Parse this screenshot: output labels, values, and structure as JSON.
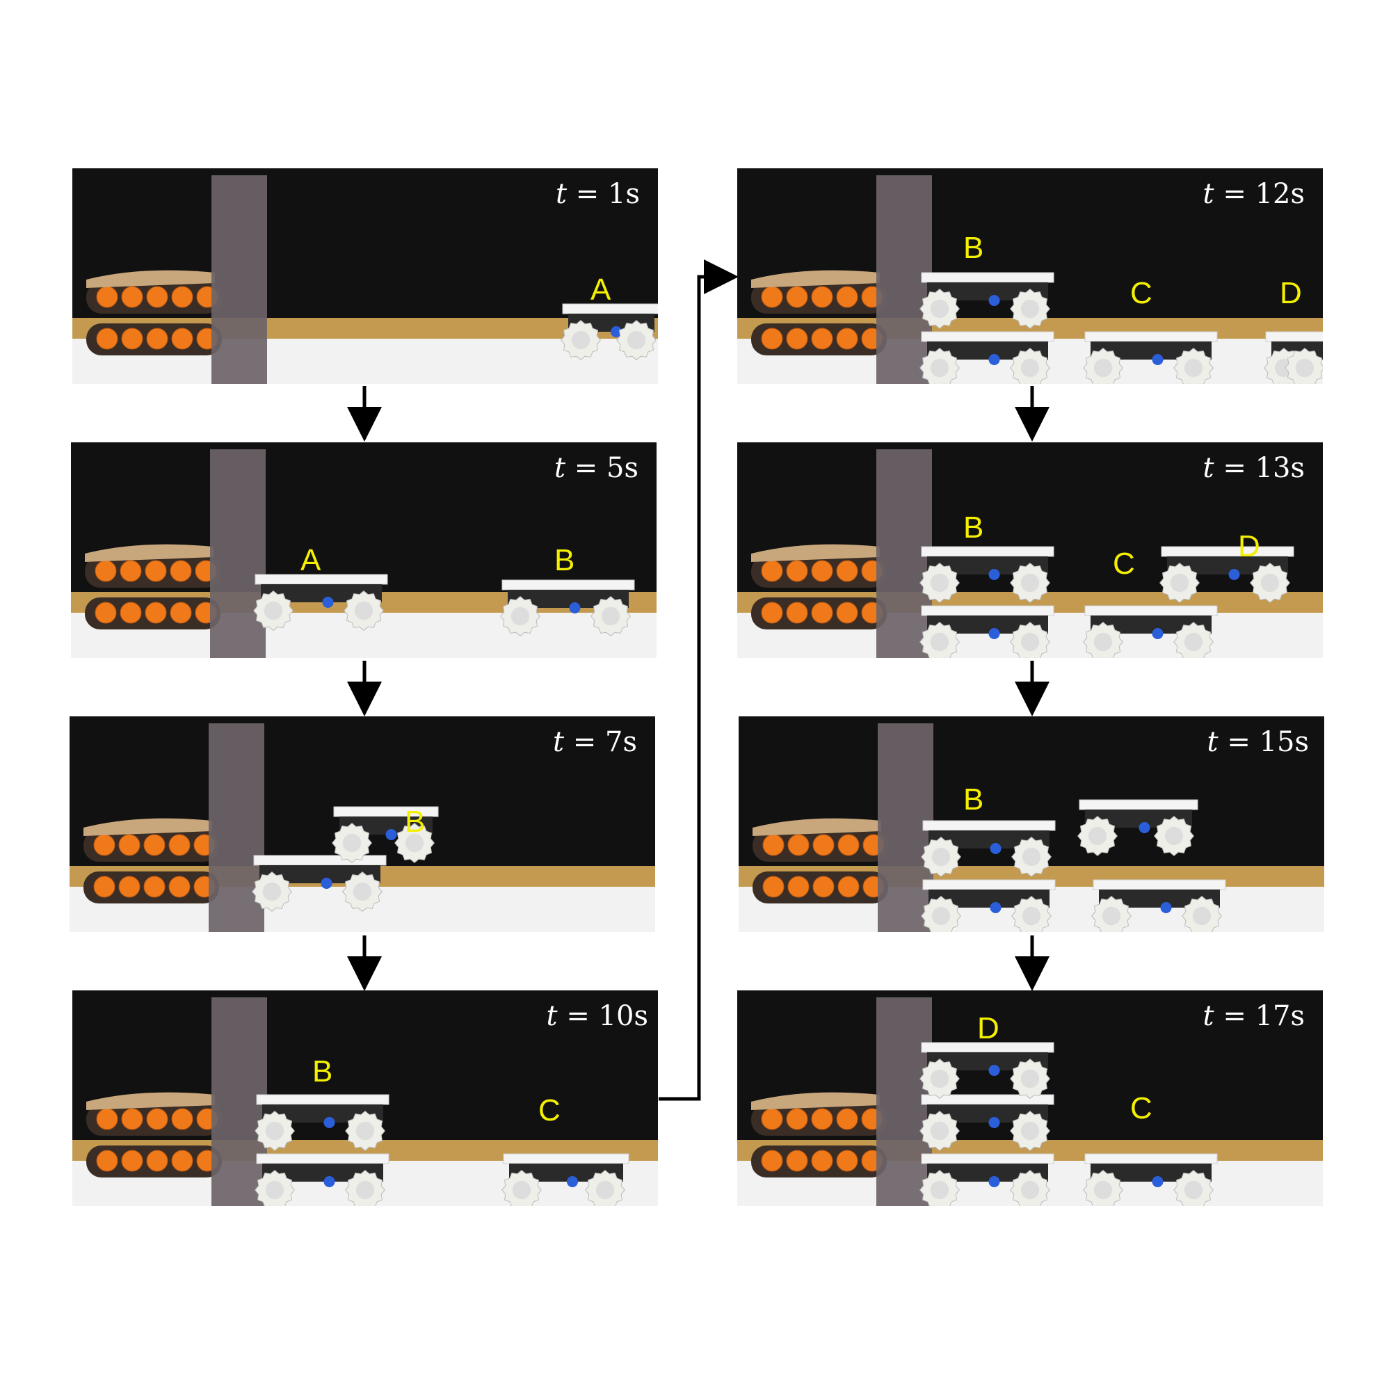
{
  "panels": [
    {
      "time": "1s",
      "labels": [
        "A"
      ]
    },
    {
      "time": "5s",
      "labels": [
        "A",
        "B"
      ]
    },
    {
      "time": "7s",
      "labels": [
        "B"
      ]
    },
    {
      "time": "10s",
      "labels": [
        "B",
        "C"
      ]
    },
    {
      "time": "12s",
      "labels": [
        "B",
        "C",
        "D"
      ]
    },
    {
      "time": "13s",
      "labels": [
        "B",
        "C",
        "D"
      ]
    },
    {
      "time": "15s",
      "labels": [
        "B"
      ]
    },
    {
      "time": "17s",
      "labels": [
        "D",
        "C"
      ]
    }
  ],
  "time_prefix": "t",
  "time_equals": "=",
  "colors": {
    "label": "#f4f000",
    "backdrop": "#111111",
    "floor": "#f2f2f2",
    "strip": "#c49a50",
    "tracked_robot": "#f07a1a",
    "module": "#f4f4f4"
  }
}
